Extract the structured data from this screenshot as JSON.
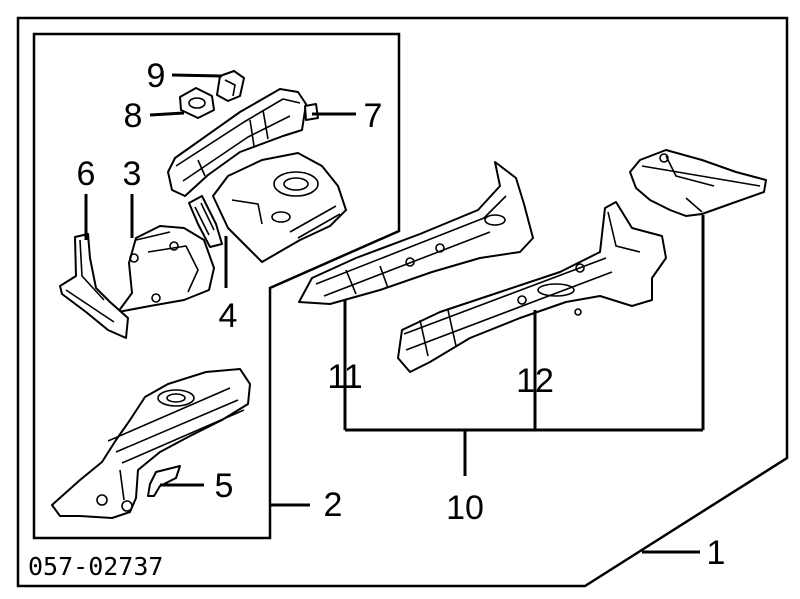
{
  "diagram": {
    "part_code": "057-02737",
    "callouts": {
      "c1": "1",
      "c2": "2",
      "c3": "3",
      "c4": "4",
      "c5": "5",
      "c6": "6",
      "c7": "7",
      "c8": "8",
      "c9": "9",
      "c10": "10",
      "c11": "11",
      "c12": "12"
    }
  }
}
